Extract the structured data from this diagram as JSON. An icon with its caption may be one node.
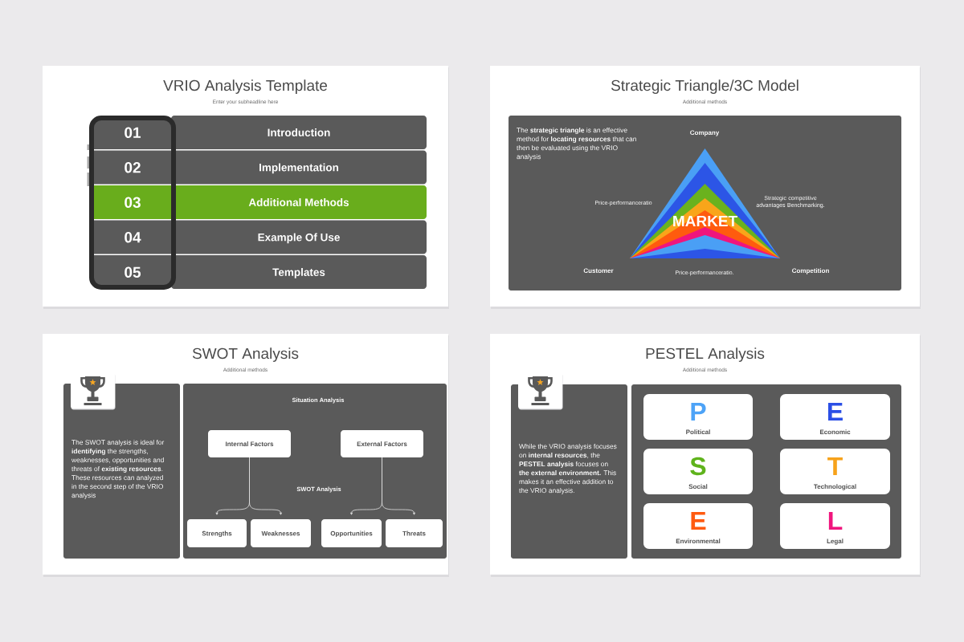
{
  "diagram": {
    "nodes": [
      {
        "text": [
          "VRIO Analysis Template",
          "Enter your subheadline here"
        ]
      },
      {
        "text": [
          "01",
          "Introduction"
        ],
        "in": 0
      },
      {
        "text": [
          "02",
          "Implementation"
        ],
        "in": 0
      },
      {
        "text": [
          "03",
          "Additional Methods"
        ],
        "in": 0
      },
      {
        "text": [
          "04",
          "Example Of Use"
        ],
        "in": 0
      },
      {
        "text": [
          "05",
          "Templates"
        ],
        "in": 0
      },
      {
        "text": [
          "Strategic Triangle/3C Model",
          "Additional methods"
        ]
      },
      {
        "text": [
          "The **strategic triangle** is an effective method for **locating resources** that can then be evaluated using the VRIO analysis"
        ],
        "in": 6
      },
      {
        "text": [
          "MARKET"
        ],
        "in": 7,
        "beside": [
          "Company",
          "Price-performanceratio",
          "Strategic competitive advantages Benchmarking.",
          "Customer",
          "Price-performanceratio.",
          "Competition"
        ]
      },
      {
        "text": [
          "SWOT Analysis",
          "Additional methods"
        ]
      },
      {
        "text": [
          "The SWOT analysis is ideal for **identifying** the strengths, weaknesses, opportunities and threats of **existing resources**. These resources can analyzed in the second step of the VRIO analysis"
        ],
        "in": 9
      },
      {
        "text": [
          "Situation Analysis",
          "SWOT Analysis"
        ],
        "in": 9
      },
      {
        "text": [
          "Internal Factors"
        ],
        "in": 11
      },
      {
        "text": [
          "External Factors"
        ],
        "in": 11
      },
      {
        "text": [
          "Strengths"
        ],
        "in": 11
      },
      {
        "text": [
          "Weaknesses"
        ],
        "in": 11
      },
      {
        "text": [
          "Opportunities"
        ],
        "in": 11
      },
      {
        "text": [
          "Threats"
        ],
        "in": 11
      },
      {
        "text": [
          "PESTEL Analysis",
          "Additional methods"
        ]
      },
      {
        "text": [
          "While the VRIO analysis focuses on **internal resources**, the **PESTEL analysis** focuses on **the external environment.** This makes it an effective addition to the VRIO analysis."
        ],
        "in": 18
      },
      {
        "text": [],
        "shape": "box",
        "in": 18
      },
      {
        "text": [
          "P",
          "Political"
        ],
        "in": 20
      },
      {
        "text": [
          "E",
          "Economic"
        ],
        "in": 20
      },
      {
        "text": [
          "S",
          "Social"
        ],
        "in": 20
      },
      {
        "text": [
          "T",
          "Technological"
        ],
        "in": 20
      },
      {
        "text": [
          "E",
          "Environmental"
        ],
        "in": 20
      },
      {
        "text": [
          "L",
          "Legal"
        ],
        "in": 20
      }
    ],
    "edges": [
      {
        "from": 12,
        "to": 14,
        "arrow": "to"
      },
      {
        "from": 12,
        "to": 15,
        "arrow": "to"
      },
      {
        "from": 13,
        "to": 16,
        "arrow": "to"
      },
      {
        "from": 13,
        "to": 17,
        "arrow": "to"
      }
    ]
  }
}
